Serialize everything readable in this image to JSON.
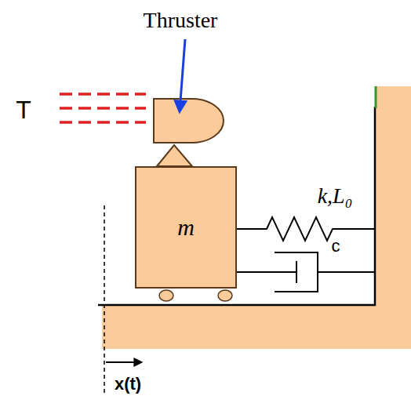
{
  "diagram": {
    "nodes": [
      {
        "text": [
          "m"
        ]
      }
    ],
    "labels": [
      "Thruster",
      "T",
      "k,L₀",
      "c",
      "x(t)"
    ]
  }
}
